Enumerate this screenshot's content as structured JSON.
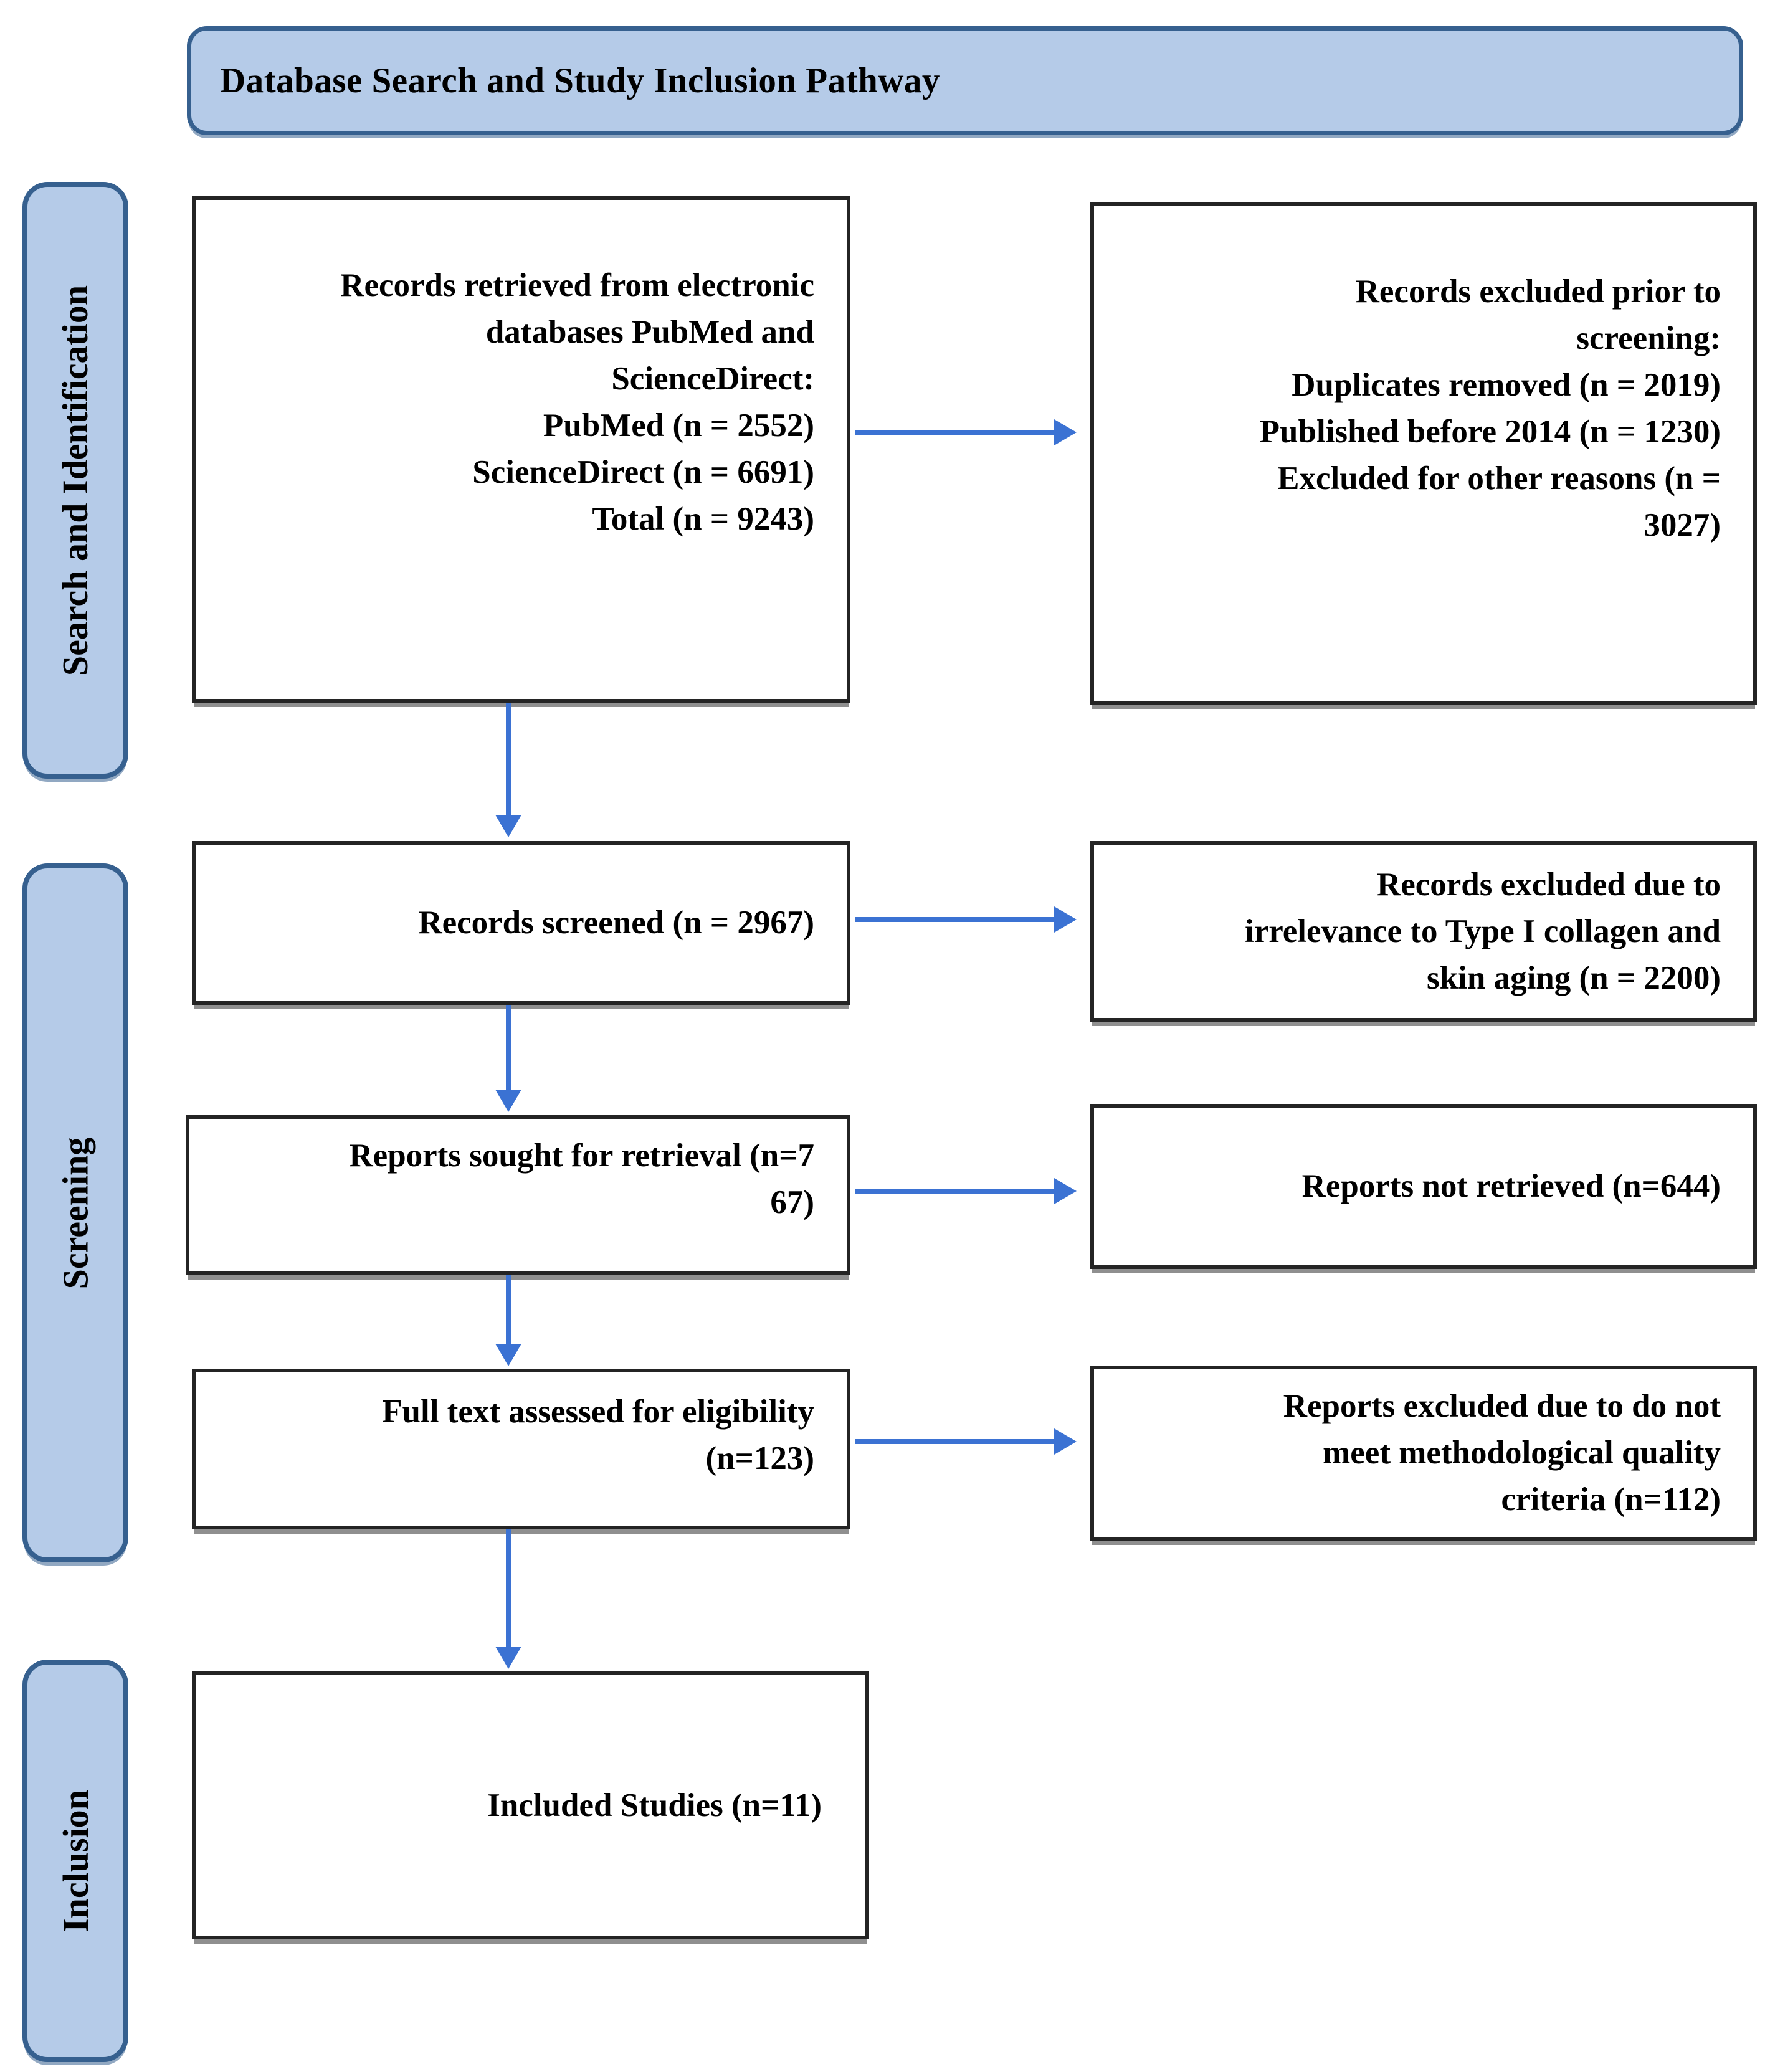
{
  "title": "Database Search and Study Inclusion Pathway",
  "phases": {
    "search_identification": "Search and Identification",
    "screening": "Screening",
    "inclusion": "Inclusion"
  },
  "boxes": {
    "records_retrieved": "Records retrieved from electronic\ndatabases PubMed and\nScienceDirect:\nPubMed (n = 2552)\nScienceDirect (n = 6691)\nTotal (n = 9243)",
    "records_excluded_prior": "Records excluded prior to\nscreening:\nDuplicates removed (n = 2019)\nPublished before 2014 (n = 1230)\nExcluded for other reasons (n =\n3027)",
    "records_screened": "Records screened (n = 2967)",
    "records_excluded_irrelevance": "Records excluded due to\nirrelevance to Type I collagen and\nskin aging (n = 2200)",
    "reports_sought": "Reports sought for retrieval (n=7\n67)",
    "reports_not_retrieved": "Reports not retrieved (n=644)",
    "full_text_assessed": "Full text assessed for eligibility\n(n=123)",
    "reports_excluded_quality": "Reports excluded due to do not\nmeet methodological quality\ncriteria (n=112)",
    "included_studies": "Included Studies (n=11)"
  },
  "colors": {
    "panel_fill": "#b5cbe8",
    "panel_border": "#36608f",
    "arrow": "#3b72d3",
    "box_border": "#242424",
    "box_fill": "#ffffff",
    "text": "#000000",
    "background": "#ffffff"
  }
}
